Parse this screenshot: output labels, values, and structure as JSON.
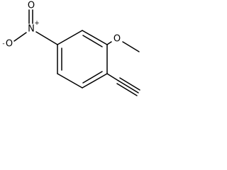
{
  "molecule": {
    "atoms": {
      "nitro_n": {
        "symbol": "N",
        "charge": "+"
      },
      "nitro_o_top": {
        "symbol": "O"
      },
      "nitro_o_minus": {
        "symbol": "O",
        "charge": "-"
      },
      "methoxy_o": {
        "symbol": "O"
      }
    }
  }
}
